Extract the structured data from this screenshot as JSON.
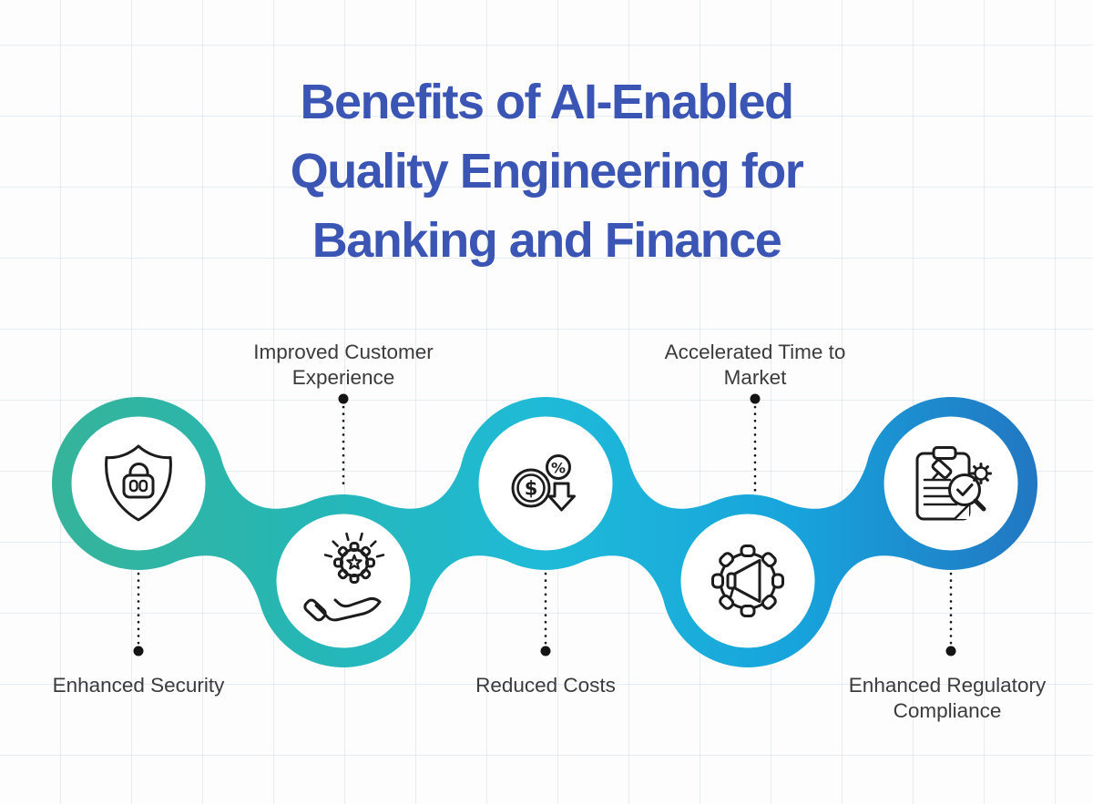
{
  "title": {
    "line1": "Benefits of AI-Enabled",
    "line2": "Quality Engineering for",
    "line3": "Banking and Finance",
    "color": "#3a55b4"
  },
  "benefits": [
    {
      "label": "Enhanced Security",
      "icon": "shield-lock-icon",
      "label_position": "below-circle"
    },
    {
      "label": "Improved Customer Experience",
      "icon": "hand-presenting-gear-star-icon",
      "label_position": "above-circle"
    },
    {
      "label": "Reduced Costs",
      "icon": "dollar-coin-percent-down-icon",
      "label_position": "below-circle"
    },
    {
      "label": "Accelerated Time to Market",
      "icon": "gear-megaphone-icon",
      "label_position": "above-circle"
    },
    {
      "label": "Enhanced Regulatory Compliance",
      "icon": "clipboard-gavel-magnifier-icon",
      "label_position": "below-circle"
    }
  ],
  "chain_gradient": {
    "c0": "#36b49a",
    "c1": "#26b6b4",
    "c2": "#1fbad8",
    "c3": "#17a4dc",
    "c4": "#2277c2"
  },
  "icon_glyphs": {
    "dollar": "$",
    "percent": "%"
  },
  "label_color": "#3b3b3b"
}
